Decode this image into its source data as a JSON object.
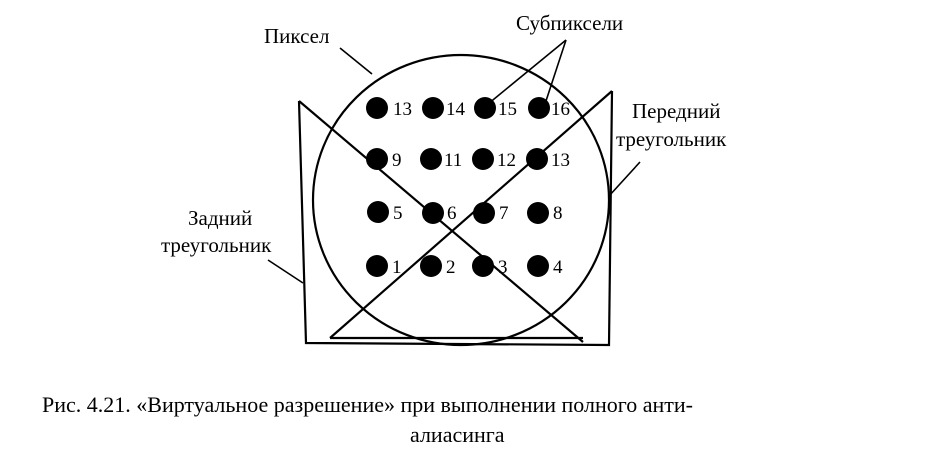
{
  "labels": {
    "pixel": "Пиксел",
    "subpixels": "Субпиксели",
    "front_triangle_line1": "Передний",
    "front_triangle_line2": "треугольник",
    "back_triangle_line1": "Задний",
    "back_triangle_line2": "треугольник"
  },
  "subpixel_numbers": [
    [
      "13",
      "14",
      "15",
      "16"
    ],
    [
      "9",
      "11",
      "12",
      "13"
    ],
    [
      "5",
      "6",
      "7",
      "8"
    ],
    [
      "1",
      "2",
      "3",
      "4"
    ]
  ],
  "caption": {
    "line1": "Рис. 4.21. «Виртуальное разрешение» при выполнении полного анти-",
    "line2": "алиасинга"
  }
}
